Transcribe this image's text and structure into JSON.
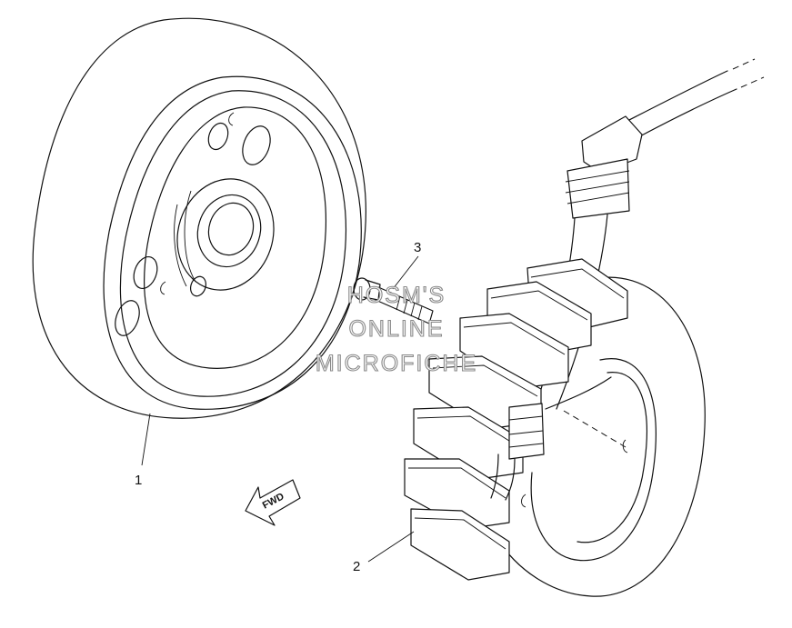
{
  "callouts": {
    "flywheel": "1",
    "stator": "2",
    "bolt": "3"
  },
  "direction_label": "FWD",
  "watermark": {
    "line1": "HOSM'S",
    "line2": "ONLINE",
    "line3": "MICROFICHE"
  }
}
